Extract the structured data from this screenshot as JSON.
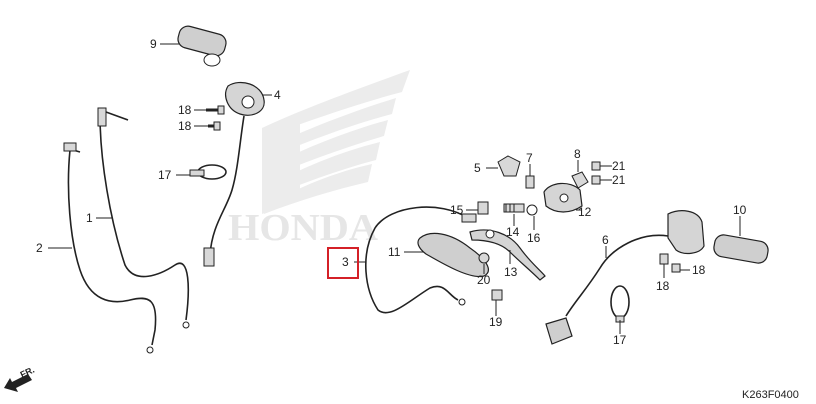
{
  "watermark": {
    "brand": "HONDA"
  },
  "diagram_code": "K263F0400",
  "direction_label": "FR.",
  "colors": {
    "highlight": "#d42027",
    "watermark": "#e9e9e9",
    "ink": "#222222",
    "part_fill": "#d8d8d8"
  },
  "callouts": {
    "c1": "1",
    "c2": "2",
    "c3": "3",
    "c4": "4",
    "c5": "5",
    "c6": "6",
    "c7": "7",
    "c8": "8",
    "c9": "9",
    "c10": "10",
    "c11": "11",
    "c12": "12",
    "c13": "13",
    "c14": "14",
    "c15": "15",
    "c16": "16",
    "c17a": "17",
    "c17b": "17",
    "c18a": "18",
    "c18b": "18",
    "c18c": "18",
    "c18d": "18",
    "c19": "19",
    "c20": "20",
    "c21a": "21",
    "c21b": "21"
  },
  "highlighted_callout": "3"
}
